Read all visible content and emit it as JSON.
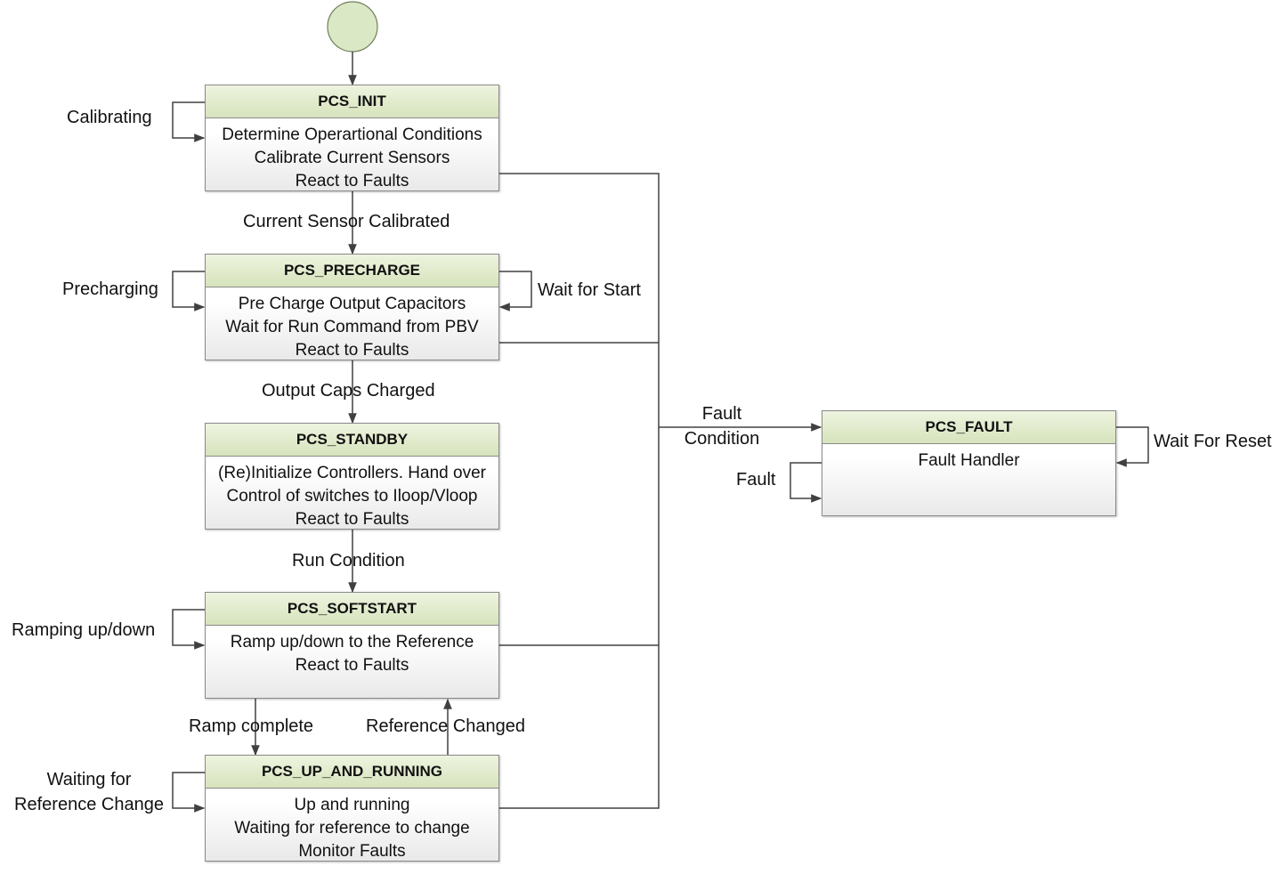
{
  "states": {
    "init": {
      "title": "PCS_INIT",
      "lines": [
        "Determine Operartional Conditions",
        "Calibrate Current Sensors",
        "React to Faults"
      ]
    },
    "precharge": {
      "title": "PCS_PRECHARGE",
      "lines": [
        "Pre Charge Output Capacitors",
        "Wait for Run Command from PBV",
        "React to Faults"
      ]
    },
    "standby": {
      "title": "PCS_STANDBY",
      "lines": [
        "(Re)Initialize Controllers. Hand over",
        "Control of switches to Iloop/Vloop",
        "React to Faults"
      ]
    },
    "softstart": {
      "title": "PCS_SOFTSTART",
      "lines": [
        "Ramp up/down to the Reference",
        "React to Faults"
      ]
    },
    "running": {
      "title": "PCS_UP_AND_RUNNING",
      "lines": [
        "Up and running",
        "Waiting for reference to change",
        "Monitor Faults"
      ]
    },
    "fault": {
      "title": "PCS_FAULT",
      "lines": [
        "Fault Handler"
      ]
    }
  },
  "transitions": {
    "calibrating": "Calibrating",
    "sensor_calibrated": "Current Sensor Calibrated",
    "precharging": "Precharging",
    "wait_for_start": "Wait for Start",
    "caps_charged": "Output Caps Charged",
    "run_condition": "Run Condition",
    "ramping": "Ramping up/down",
    "ramp_complete": "Ramp complete",
    "reference_changed": "Reference Changed",
    "waiting_ref": [
      "Waiting for",
      "Reference Change"
    ],
    "fault_condition": [
      "Fault",
      "Condition"
    ],
    "wait_for_reset": "Wait For Reset",
    "fault": "Fault"
  },
  "colors": {
    "title_fill": "#d6e3bc",
    "start_fill": "#dbe8c6",
    "border": "#8a8a8a",
    "line": "#404040"
  }
}
